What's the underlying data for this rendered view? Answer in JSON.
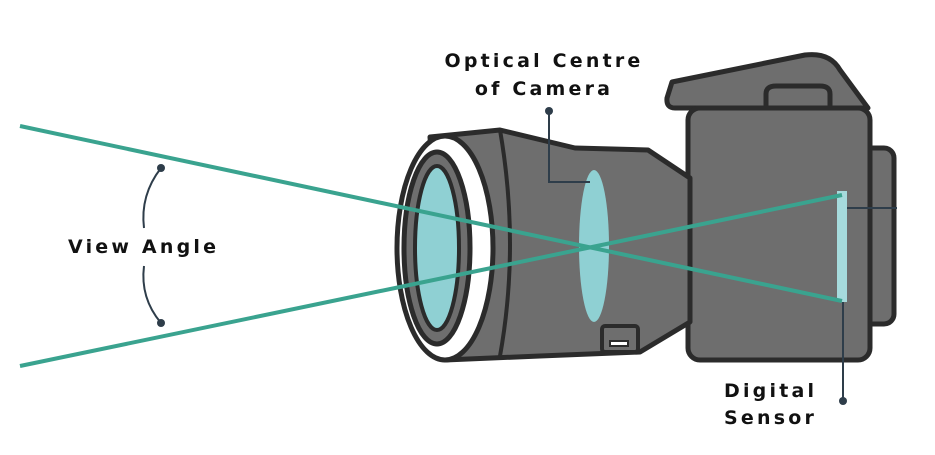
{
  "labels": {
    "optical_centre_line1": "Optical Centre",
    "optical_centre_line2": "of Camera",
    "view_angle": "View Angle",
    "digital_sensor_line1": "Digital",
    "digital_sensor_line2": "Sensor"
  },
  "colors": {
    "background": "#ffffff",
    "outline": "#2b2b2b",
    "body_grey": "#6e6e6e",
    "body_grey_light": "#7b7b7b",
    "lens_ring": "#ffffff",
    "glass": "#8fd0d3",
    "sensor": "#a6dbdd",
    "ray": "#3aa38f",
    "leader": "#2e3d4a",
    "label_text": "#111111"
  }
}
